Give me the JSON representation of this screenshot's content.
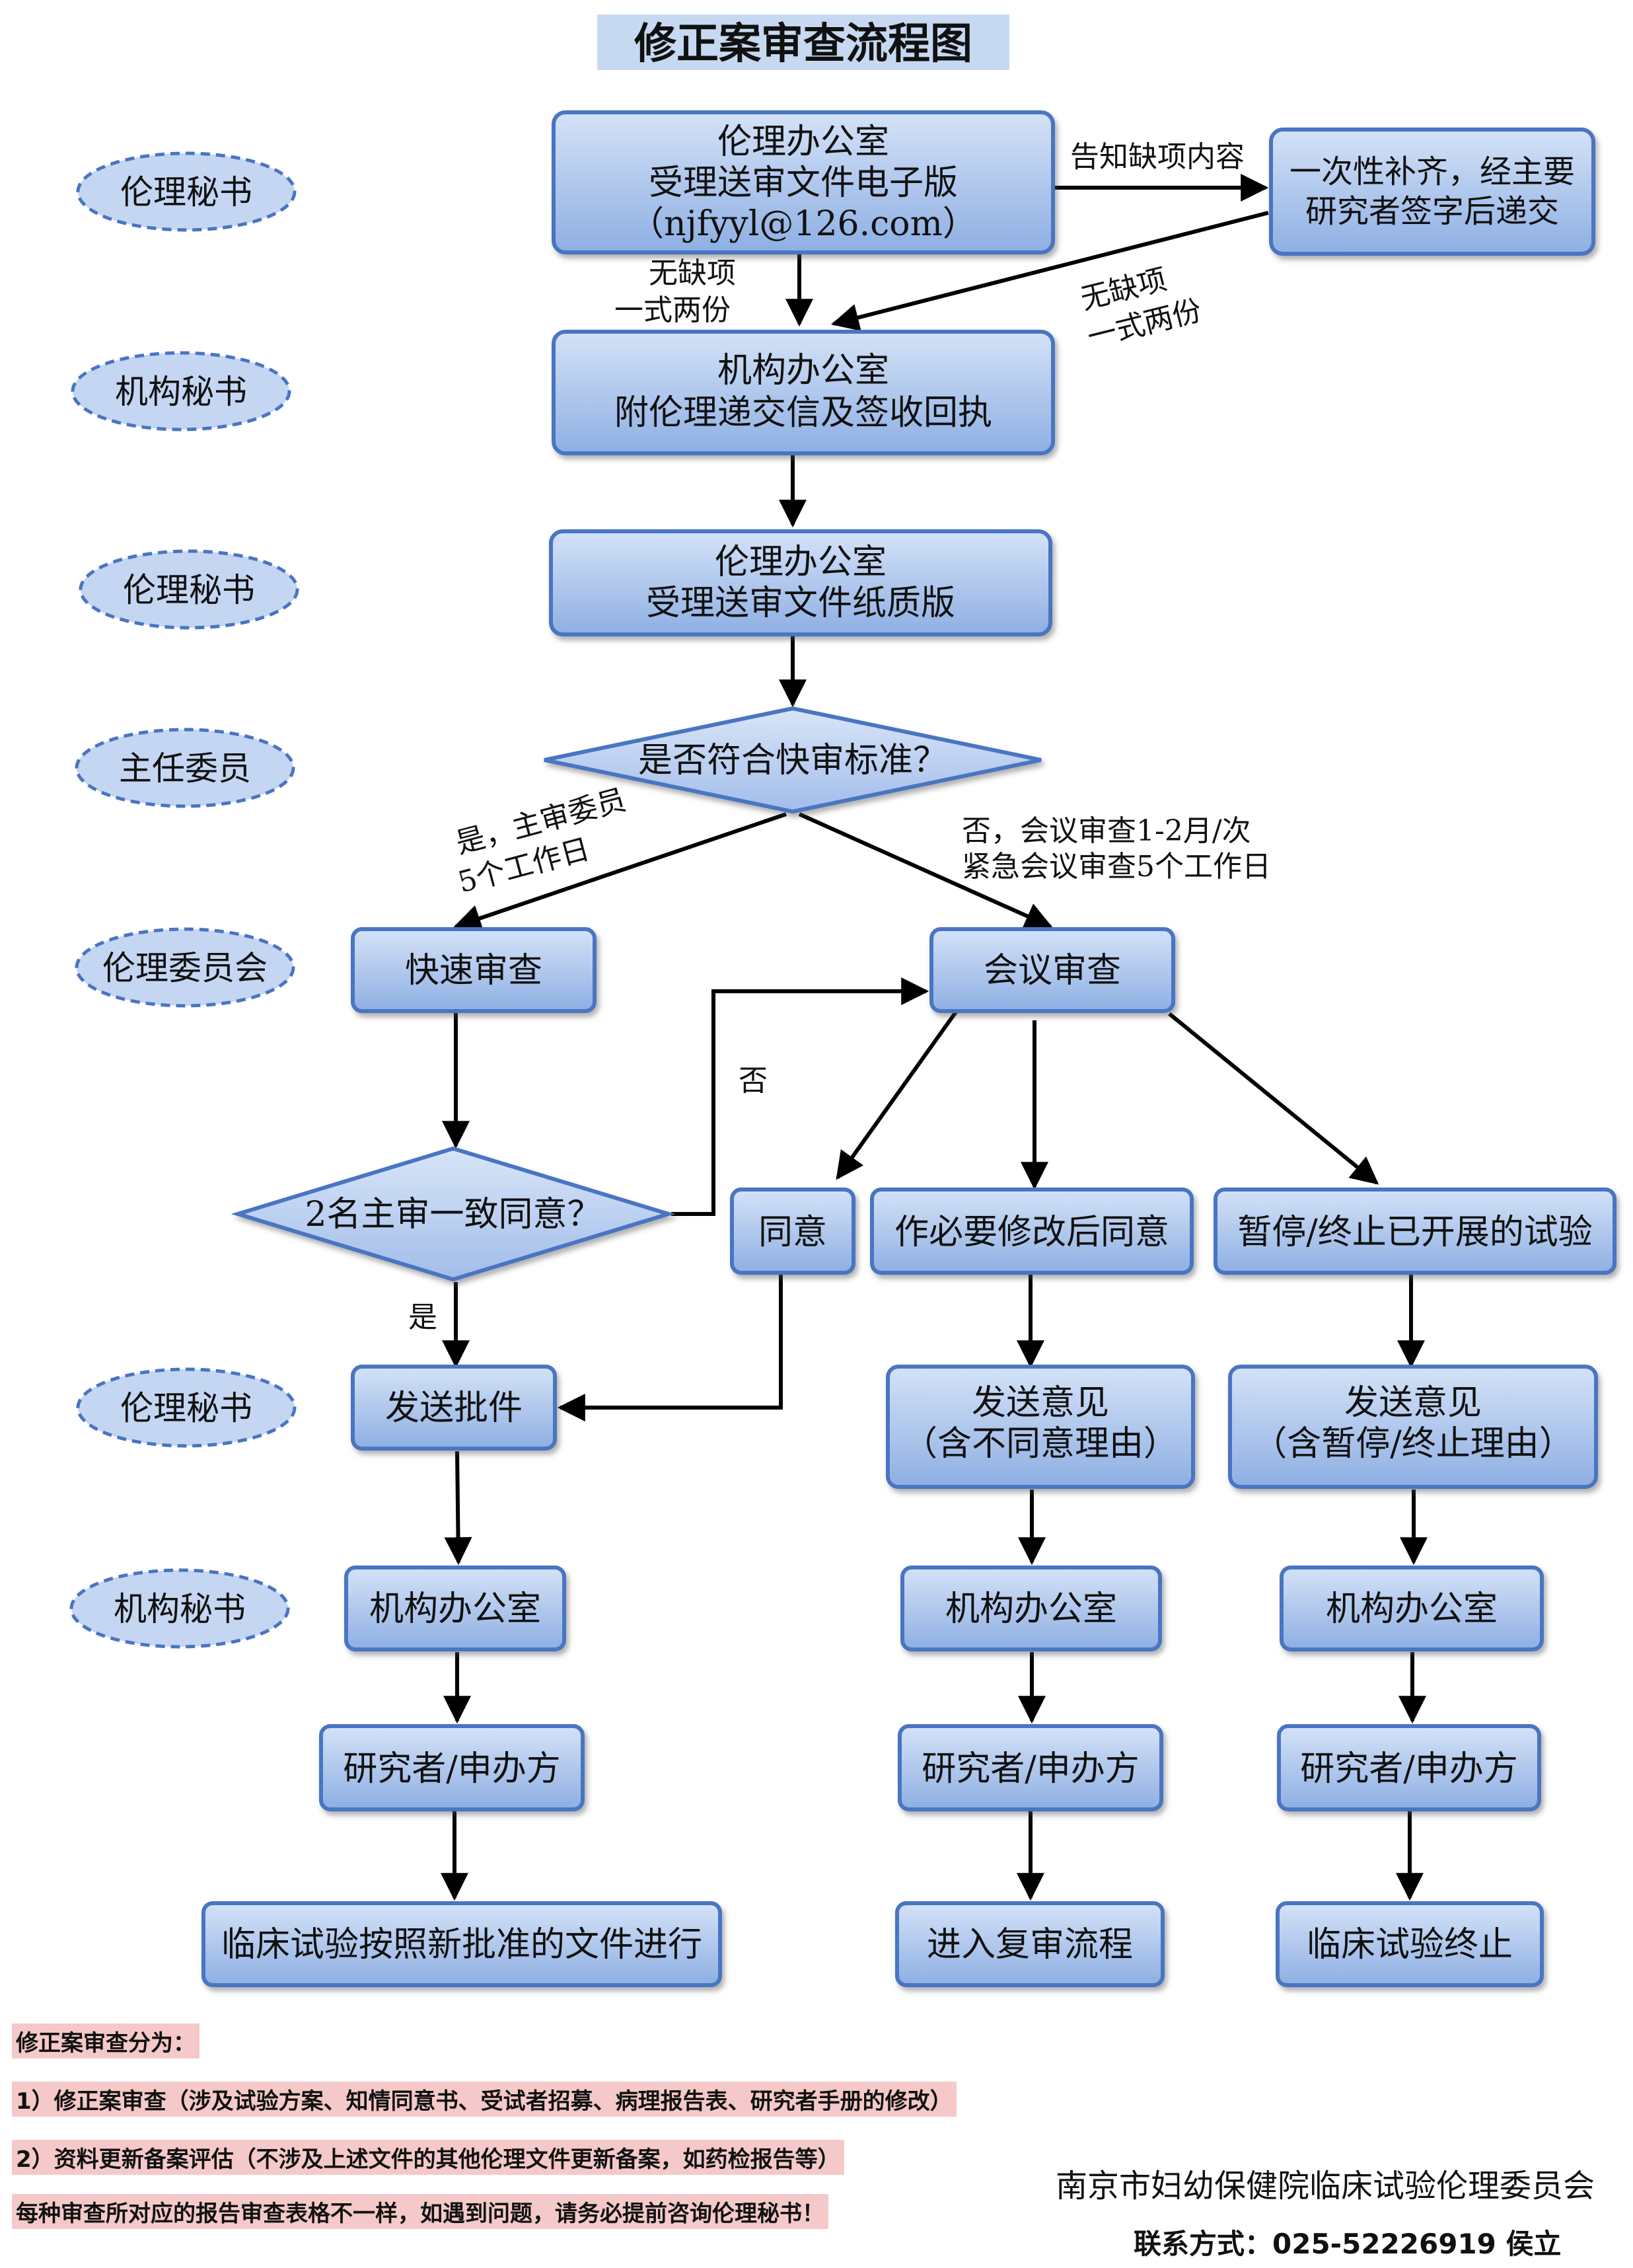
{
  "title": "修正案审查流程图",
  "roles": [
    "伦理秘书",
    "机构秘书",
    "伦理秘书",
    "主任委员",
    "伦理委员会",
    "伦理秘书",
    "机构秘书"
  ],
  "boxes": {
    "ethics_email": [
      "伦理办公室",
      "受理送审文件电子版",
      "（njfyyl@126.com）"
    ],
    "supplement": [
      "一次性补齐，经主要",
      "研究者签字后递交"
    ],
    "inst_office_letter": [
      "机构办公室",
      "附伦理递交信及签收回执"
    ],
    "ethics_paper": [
      "伦理办公室",
      "受理送审文件纸质版"
    ],
    "quick_review": "快速审查",
    "meeting_review": "会议审查",
    "agree": "同意",
    "agree_after_modify": "作必要修改后同意",
    "suspend": "暂停/终止已开展的试验",
    "send_approval": "发送批件",
    "send_opinion_disagree": [
      "发送意见",
      "（含不同意理由）"
    ],
    "send_opinion_suspend": [
      "发送意见",
      "（含暂停/终止理由）"
    ],
    "inst_office": "机构办公室",
    "researcher": "研究者/申办方",
    "final_left": "临床试验按照新批准的文件进行",
    "final_mid": "进入复审流程",
    "final_right": "临床试验终止"
  },
  "diamonds": {
    "fast_criteria": "是否符合快审标准？",
    "two_agree": "2名主审一致同意？"
  },
  "edge_labels": {
    "notify_missing": "告知缺项内容",
    "no_missing_left": [
      "无缺项",
      "一式两份"
    ],
    "no_missing_right": [
      "无缺项",
      "一式两份"
    ],
    "yes_fast": [
      "是，主审委员",
      "5个工作日"
    ],
    "no_meeting": [
      "否，会议审查1-2月/次",
      "紧急会议审查5个工作日"
    ],
    "no": "否",
    "yes": "是"
  },
  "notes": [
    "修正案审查分为：",
    "1）修正案审查（涉及试验方案、知情同意书、受试者招募、病理报告表、研究者手册的修改）",
    "2）资料更新备案评估（不涉及上述文件的其他伦理文件更新备案，如药检报告等）",
    "每种审查所对应的报告审查表格不一样，如遇到问题，请务必提前咨询伦理秘书！"
  ],
  "footer": {
    "org": "南京市妇幼保健院临床试验伦理委员会",
    "contact": "联系方式：025-52226919 侯立"
  },
  "colors": {
    "box_fill_top": "#c7d8f3",
    "box_fill_bottom": "#8fb0e3",
    "box_stroke": "#4a74c2",
    "title_bg": "#c6d9f1",
    "note_bg": "#f5c9c9"
  }
}
